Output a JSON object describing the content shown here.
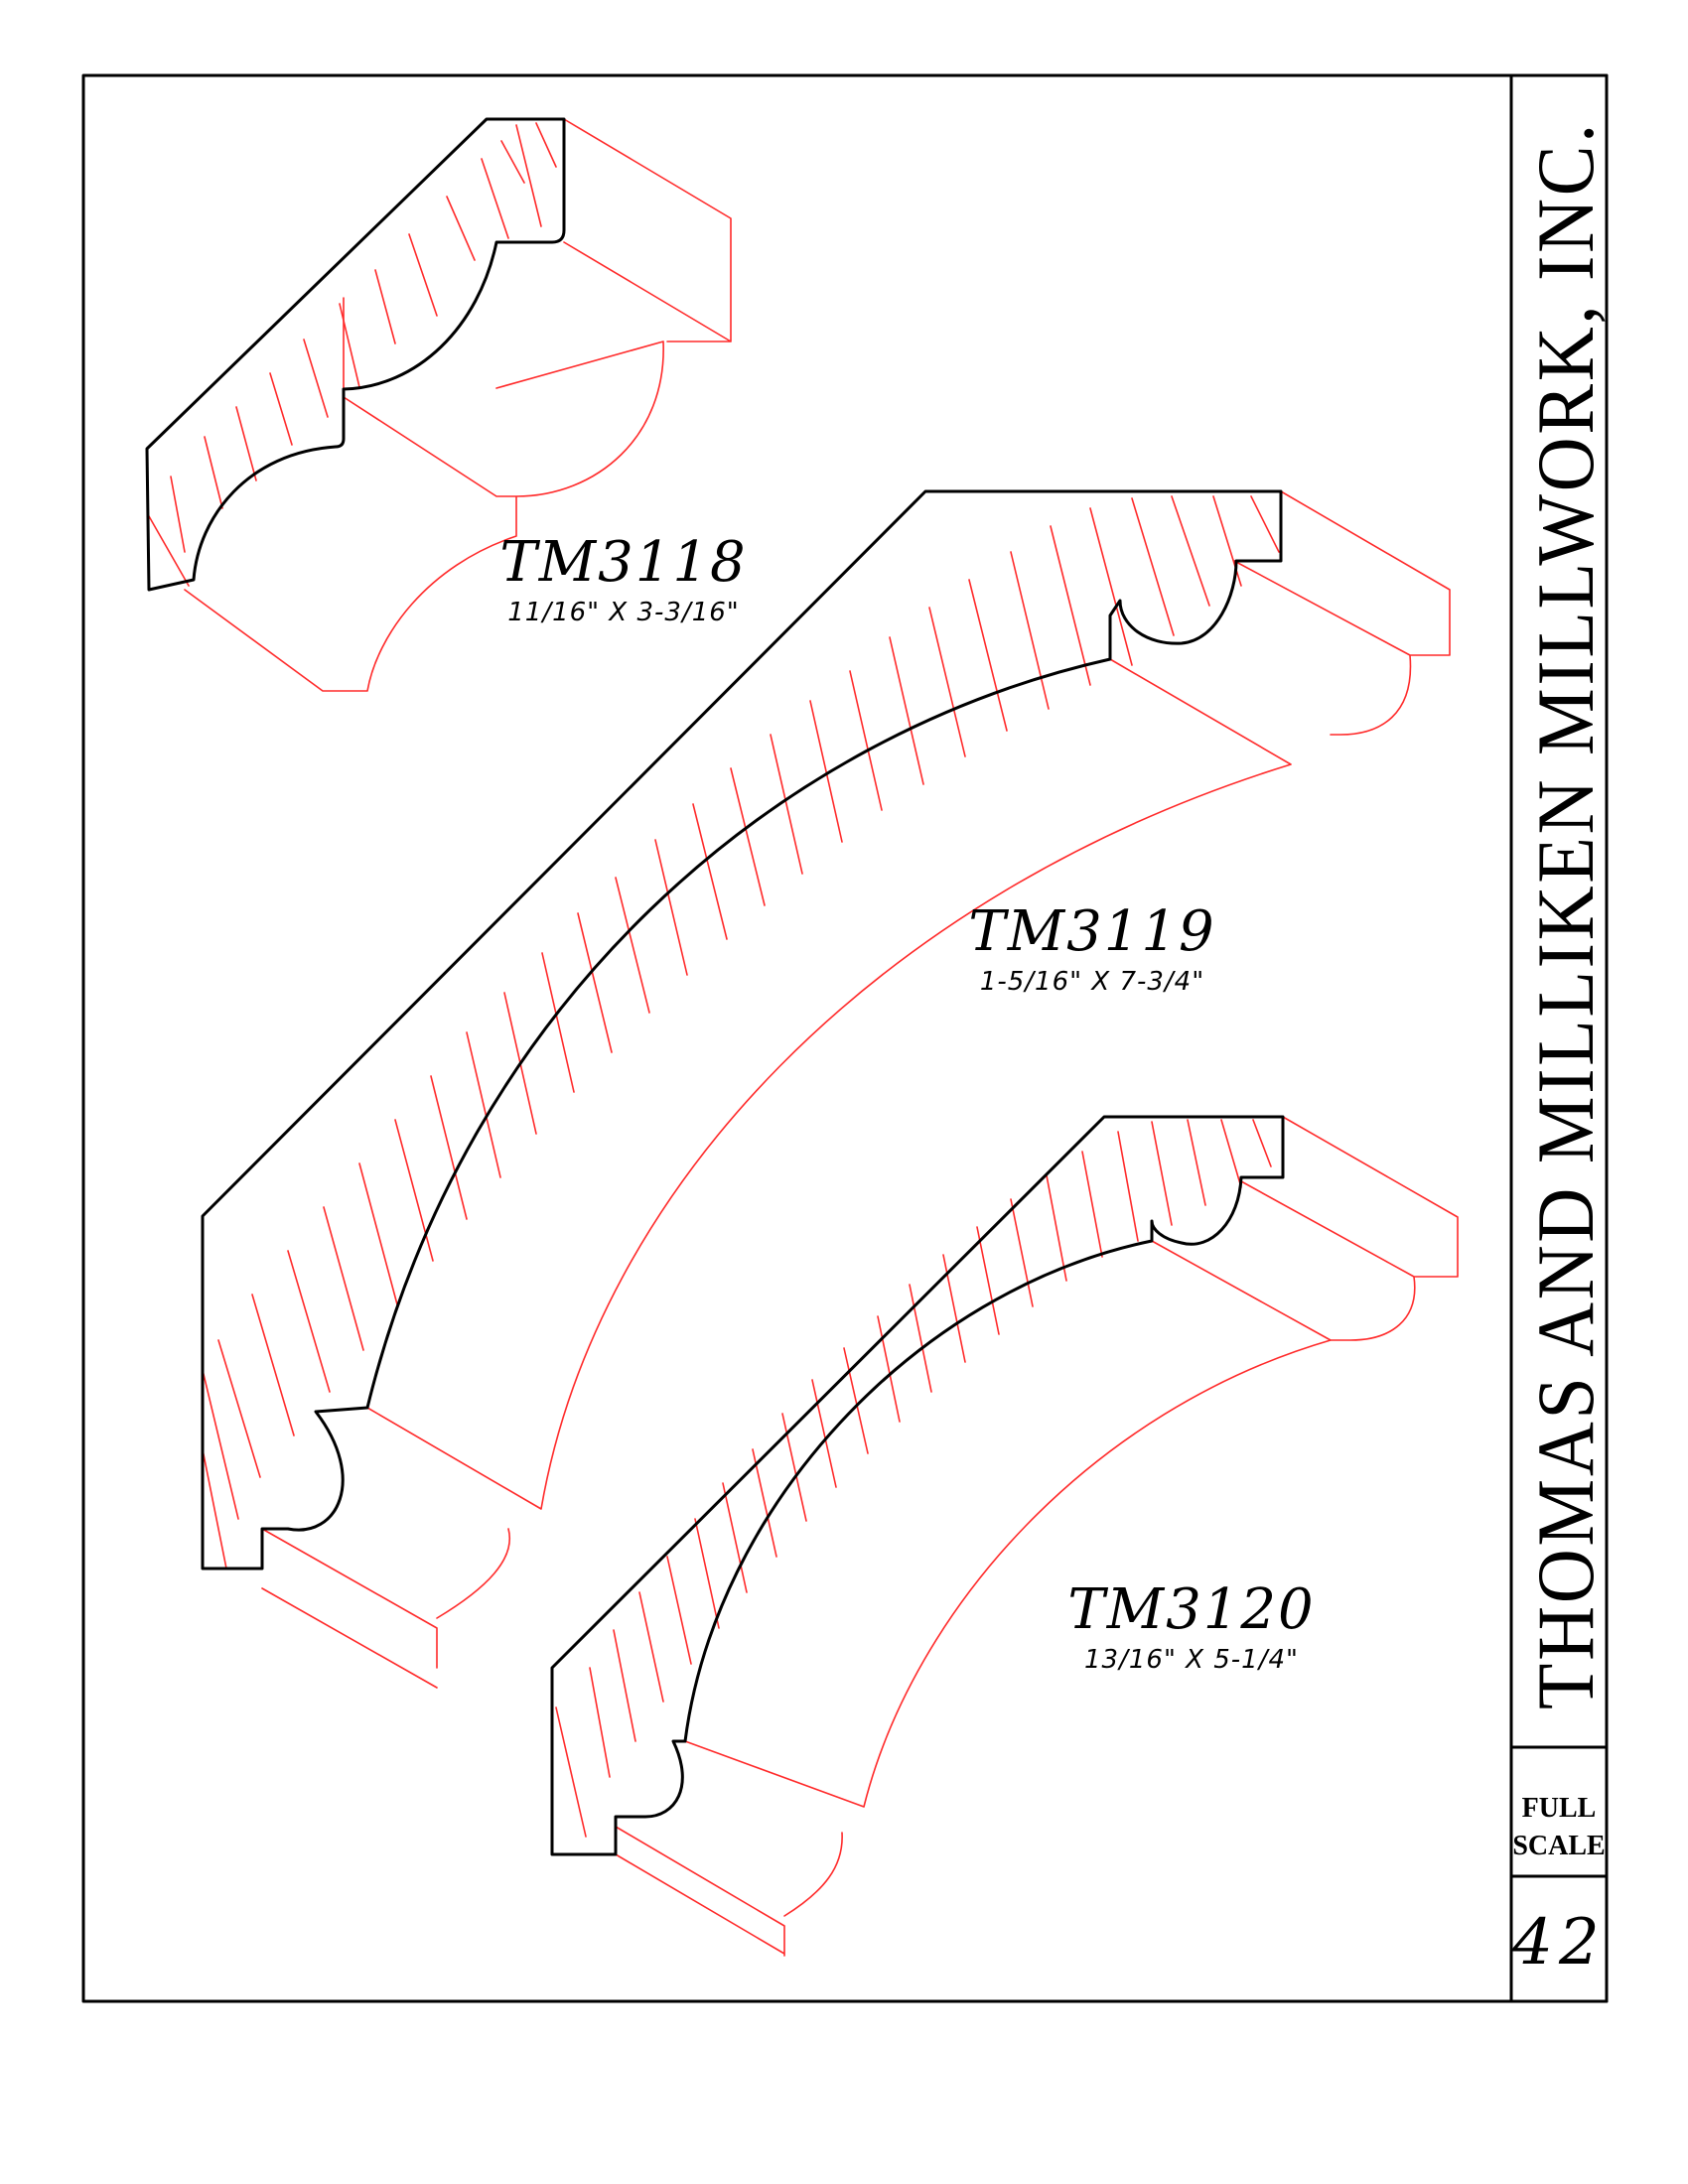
{
  "company": "THOMAS AND MILLIKEN MILLWORK, INC.",
  "scale": {
    "line1": "FULL",
    "line2": "SCALE"
  },
  "page_number": "42",
  "colors": {
    "outline": "#000000",
    "grain_and_projection": "#ff2a2a"
  },
  "profiles": [
    {
      "id": "tm3118",
      "model": "TM3118",
      "size": "11/16\"  X  3-3/16\""
    },
    {
      "id": "tm3119",
      "model": "TM3119",
      "size": "1-5/16\"  X  7-3/4\""
    },
    {
      "id": "tm3120",
      "model": "TM3120",
      "size": "13/16\"  X  5-1/4\""
    }
  ]
}
